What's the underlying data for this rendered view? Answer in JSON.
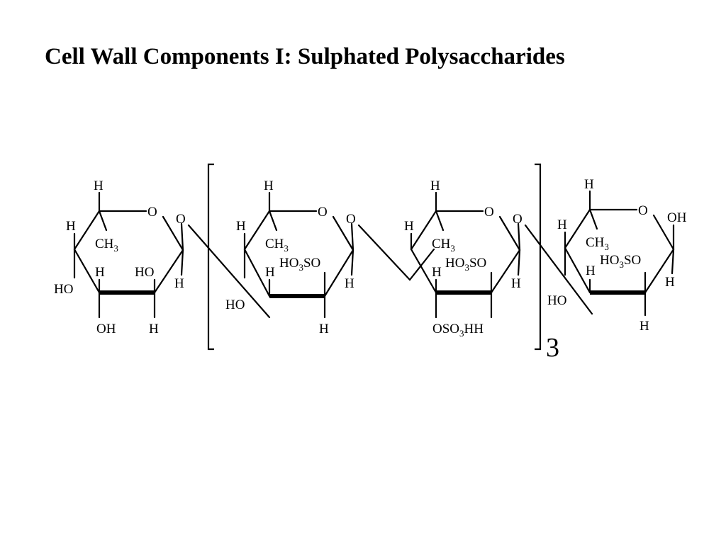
{
  "title": "Cell Wall Components I: Sulphated Polysaccharides",
  "labels": {
    "H": "H",
    "O": "O",
    "HO": "HO",
    "OH": "OH",
    "CH": "CH",
    "three": "3",
    "HO3SO_a": "HO",
    "HO3SO_b": "SO",
    "OSO3H_a": "OSO",
    "OSO3H_b": "H",
    "OSO3HH_b": "HH"
  },
  "repeat_count": "3"
}
